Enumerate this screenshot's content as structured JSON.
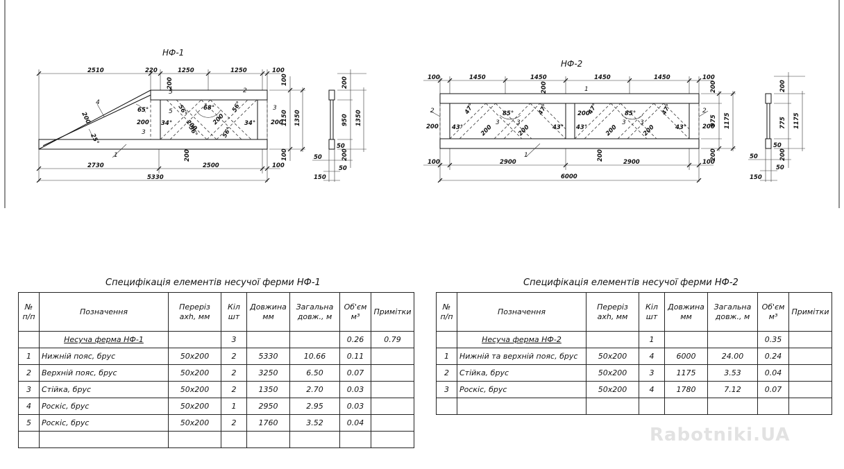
{
  "drawing1": {
    "title": "НФ-1",
    "dims": {
      "top": [
        "2510",
        "220",
        "1250",
        "1250",
        "100"
      ],
      "bottom": [
        "2730",
        "2500",
        "100"
      ],
      "total": "5330",
      "right_small": [
        "100",
        "100"
      ],
      "height_inner": "1150",
      "height_total": "1350",
      "inner": [
        "200",
        "200",
        "200",
        "200",
        "200",
        "200",
        "200"
      ],
      "angles": [
        "65°",
        "25°",
        "56°",
        "68°",
        "56°",
        "34°",
        "56°",
        "34°",
        "56°"
      ],
      "labels": [
        "1",
        "2",
        "3",
        "3",
        "4",
        "5",
        "5"
      ]
    },
    "section": {
      "dims": [
        "200",
        "950",
        "1350",
        "50",
        "200",
        "50",
        "150",
        "50"
      ]
    }
  },
  "drawing2": {
    "title": "НФ-2",
    "dims": {
      "top": [
        "100",
        "1450",
        "1450",
        "1450",
        "1450",
        "100"
      ],
      "bottom": [
        "100",
        "2900",
        "2900",
        "100"
      ],
      "total": "6000",
      "right": [
        "200",
        "975",
        "1175",
        "200"
      ],
      "inner": [
        "200",
        "200",
        "200",
        "200",
        "200",
        "200",
        "200",
        "200",
        "200"
      ],
      "angles": [
        "47°",
        "43°",
        "85°",
        "47°",
        "43°",
        "47°",
        "43°",
        "85°",
        "47°",
        "43°"
      ],
      "labels": [
        "1",
        "1",
        "2",
        "2",
        "3",
        "3",
        "3",
        "3"
      ]
    },
    "section": {
      "dims": [
        "200",
        "775",
        "1175",
        "50",
        "200",
        "50",
        "150",
        "50"
      ]
    }
  },
  "spec1": {
    "title": "Специфікація елементів несучої ферми НФ-1",
    "headers": [
      "№ п/п",
      "Позначення",
      "Переріз axh, мм",
      "Кіл шт",
      "Довжина мм",
      "Загальна довж., м",
      "Об'єм м³",
      "Примітки"
    ],
    "rows": [
      [
        "",
        "Несуча ферма НФ-1",
        "",
        "3",
        "",
        "",
        "0.26",
        "0.79"
      ],
      [
        "1",
        "Нижній пояс, брус",
        "50x200",
        "2",
        "5330",
        "10.66",
        "0.11",
        ""
      ],
      [
        "2",
        "Верхній пояс, брус",
        "50x200",
        "2",
        "3250",
        "6.50",
        "0.07",
        ""
      ],
      [
        "3",
        "Стійка, брус",
        "50x200",
        "2",
        "1350",
        "2.70",
        "0.03",
        ""
      ],
      [
        "4",
        "Роскіс, брус",
        "50x200",
        "1",
        "2950",
        "2.95",
        "0.03",
        ""
      ],
      [
        "5",
        "Роскіс, брус",
        "50x200",
        "2",
        "1760",
        "3.52",
        "0.04",
        ""
      ],
      [
        "",
        "",
        "",
        "",
        "",
        "",
        "",
        ""
      ]
    ]
  },
  "spec2": {
    "title": "Специфікація елементів несучої ферми НФ-2",
    "headers": [
      "№ п/п",
      "Позначення",
      "Переріз axh, мм",
      "Кіл шт",
      "Довжина мм",
      "Загальна довж., м",
      "Об'єм м³",
      "Примітки"
    ],
    "rows": [
      [
        "",
        "Несуча ферма НФ-2",
        "",
        "1",
        "",
        "",
        "0.35",
        ""
      ],
      [
        "1",
        "Нижній та верхній пояс, брус",
        "50x200",
        "4",
        "6000",
        "24.00",
        "0.24",
        ""
      ],
      [
        "2",
        "Стійка, брус",
        "50x200",
        "3",
        "1175",
        "3.53",
        "0.04",
        ""
      ],
      [
        "3",
        "Роскіс, брус",
        "50x200",
        "4",
        "1780",
        "7.12",
        "0.07",
        ""
      ],
      [
        "",
        "",
        "",
        "",
        "",
        "",
        "",
        ""
      ]
    ]
  },
  "watermark": "Rabotniki.UA"
}
